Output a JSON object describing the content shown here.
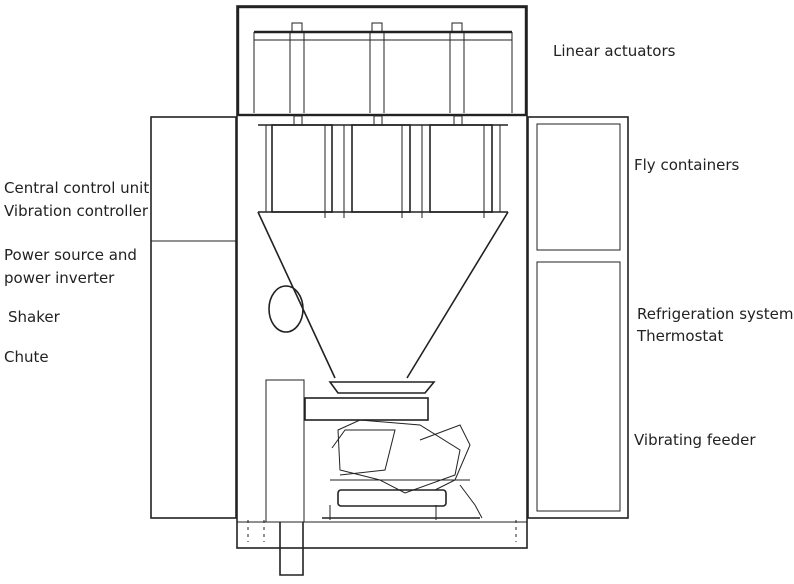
{
  "labels": {
    "linear_actuators": "Linear actuators",
    "fly_containers": "Fly containers",
    "central_control_unit": "Central control unit",
    "vibration_controller": "Vibration controller",
    "power_source_line1": "Power source and",
    "power_source_line2": "power inverter",
    "shaker": "Shaker",
    "chute": "Chute",
    "refrigeration_system": "Refrigeration system",
    "thermostat": "Thermostat",
    "vibrating_feeder": "Vibrating feeder"
  }
}
